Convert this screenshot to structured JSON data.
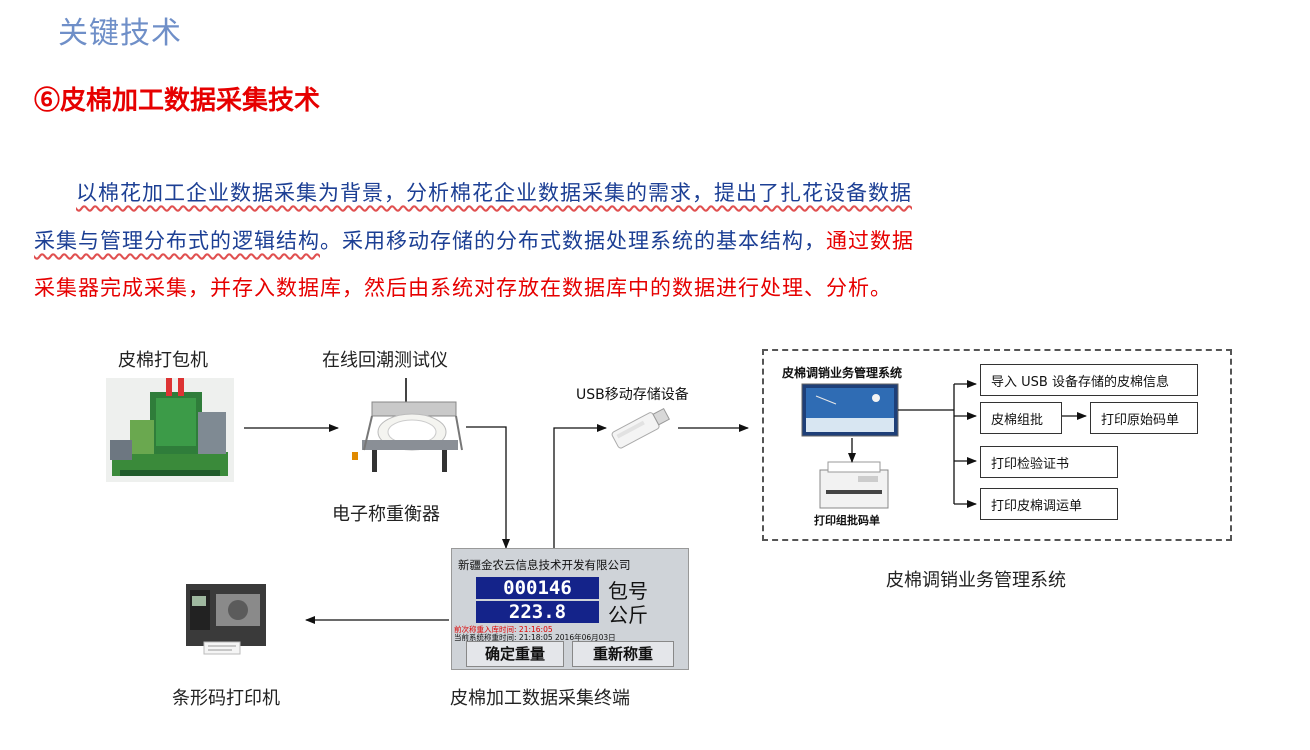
{
  "page_title": "关键技术",
  "section_heading": "⑥皮棉加工数据采集技术",
  "paragraph": {
    "line1": "以棉花加工企业数据采集为背景，分析棉花企业数据采集的需求，提出了扎花设备数据",
    "line2_a": "采集与管理分布式的逻辑结构",
    "line2_b": "。采用移动存储的分布式数据处理系统的基本结构，",
    "line2_c": "通过数据",
    "line3": "采集器完成采集，并存入数据库，然后由系统对存放在数据库中的数据进行处理、分析。"
  },
  "diagram": {
    "baler_label": "皮棉打包机",
    "moisture_tester_label": "在线回潮测试仪",
    "scale_label": "电子称重衡器",
    "usb_label": "USB移动存储设备",
    "barcode_printer_label": "条形码打印机",
    "terminal_label": "皮棉加工数据采集终端",
    "mgmt_system_caption": "皮棉调销业务管理系统",
    "mgmt_panel": {
      "title": "皮棉调销业务管理系统",
      "print_batch_label": "打印组批码单",
      "boxes": {
        "import_usb": "导入 USB 设备存储的皮棉信息",
        "batching": "皮棉组批",
        "print_original": "打印原始码单",
        "print_certificate": "打印检验证书",
        "print_transfer": "打印皮棉调运单"
      }
    },
    "terminal": {
      "company": "新疆金农云信息技术开发有限公司",
      "bale_no_value": "000146",
      "bale_no_unit": "包号",
      "weight_value": "223.8",
      "weight_unit": "公斤",
      "last_time_label": "前次称重入库时间:",
      "last_time_value": "21:16:05",
      "current_time_label": "当前系统称重时间:",
      "current_time_value": "21:18:05",
      "current_date": "2016年06月03日",
      "confirm_button": "确定重量",
      "reweigh_button": "重新称重"
    }
  },
  "colors": {
    "title": "#6f8fc8",
    "heading_red": "#e60000",
    "text_blue": "#1c3f94",
    "display_navy": "#14238a"
  }
}
